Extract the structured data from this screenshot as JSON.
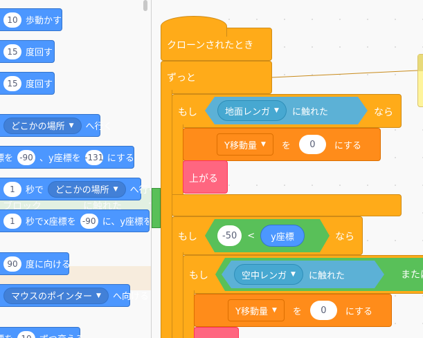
{
  "palette": {
    "blocks": [
      {
        "value": "10",
        "label": "歩動かす"
      },
      {
        "value": "15",
        "label": "度回す"
      },
      {
        "value": "15",
        "label": "度回す"
      },
      {
        "dropdown": "どこかの場所",
        "label": "へ行く"
      },
      {
        "prefix": "標を",
        "x": "-90",
        "mid": "、y座標を",
        "y": "-131",
        "label": "にする"
      },
      {
        "value": "1",
        "mid": "秒で",
        "dropdown": "どこかの場所",
        "label": "へ行く"
      },
      {
        "value": "1",
        "mid": "秒でx座標を",
        "x": "-90",
        "label": "に、y座標を"
      },
      {
        "value": "90",
        "label": "度に向ける"
      },
      {
        "dropdown": "マウスのポインター",
        "label": "へ向ける"
      },
      {
        "prefix": "標を",
        "value": "10",
        "label": "ずつ変える"
      }
    ],
    "ghost_text": {
      "a": "ブロック",
      "b": "に触れた",
      "c": "で"
    }
  },
  "script": {
    "hat": "クローンされたとき",
    "forever": "ずっと",
    "if1": {
      "if": "もし",
      "sensing_dropdown": "地面レンガ",
      "sensing_label": "に触れた",
      "then": "なら"
    },
    "set1": {
      "variable": "Y移動量",
      "to": "を",
      "value": "0",
      "label": "にする"
    },
    "custom1": "上がる",
    "if2": {
      "if": "もし",
      "left": "-50",
      "op": "<",
      "right": "y座標",
      "then": "なら"
    },
    "if3": {
      "if": "もし",
      "sensing_dropdown": "空中レンガ",
      "sensing_label": "に触れた",
      "or": "または"
    },
    "set2": {
      "variable": "Y移動量",
      "to": "を",
      "value": "0",
      "label": "にする"
    }
  },
  "colors": {
    "motion": "#4c97ff",
    "control": "#ffab19",
    "variables": "#ff8c1a",
    "sensing": "#5cb1d6",
    "operators": "#59c059",
    "custom": "#ff6680"
  }
}
